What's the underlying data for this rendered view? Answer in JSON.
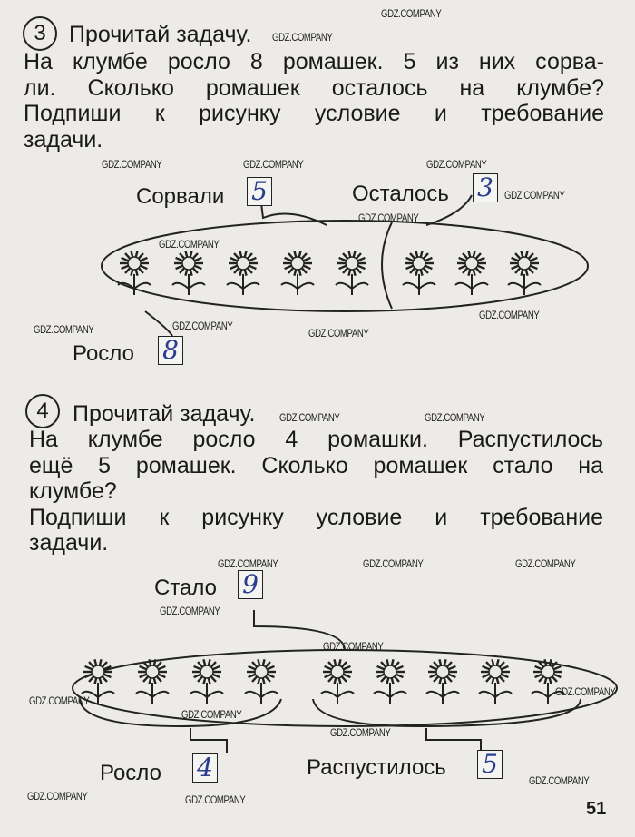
{
  "task3": {
    "number": "3",
    "title": "Прочитай задачу.",
    "lines": [
      "На клумбе росло 8 ромашек. 5 из них сорва-",
      "ли. Сколько ромашек осталось на клумбе?",
      "Подпиши к рисунку условие и требование",
      "задачи."
    ],
    "labels": {
      "picked": "Сорвали",
      "left": "Осталось",
      "grew": "Росло"
    },
    "answers": {
      "picked": "5",
      "left": "3",
      "grew": "8"
    },
    "flowers_left_group": 5,
    "flowers_right_group": 3
  },
  "task4": {
    "number": "4",
    "title": "Прочитай задачу.",
    "lines": [
      "На клумбе росло 4 ромашки. Распустилось",
      "ещё 5 ромашек. Сколько ромашек стало на",
      "клумбе?",
      "Подпиши к рисунку условие и требование",
      "задачи."
    ],
    "labels": {
      "became": "Стало",
      "grew": "Росло",
      "bloomed": "Распустилось"
    },
    "answers": {
      "became": "9",
      "grew": "4",
      "bloomed": "5"
    },
    "flowers_left_group": 4,
    "flowers_right_group": 5
  },
  "watermark": "GDZ.COMPANY",
  "page_number": "51"
}
